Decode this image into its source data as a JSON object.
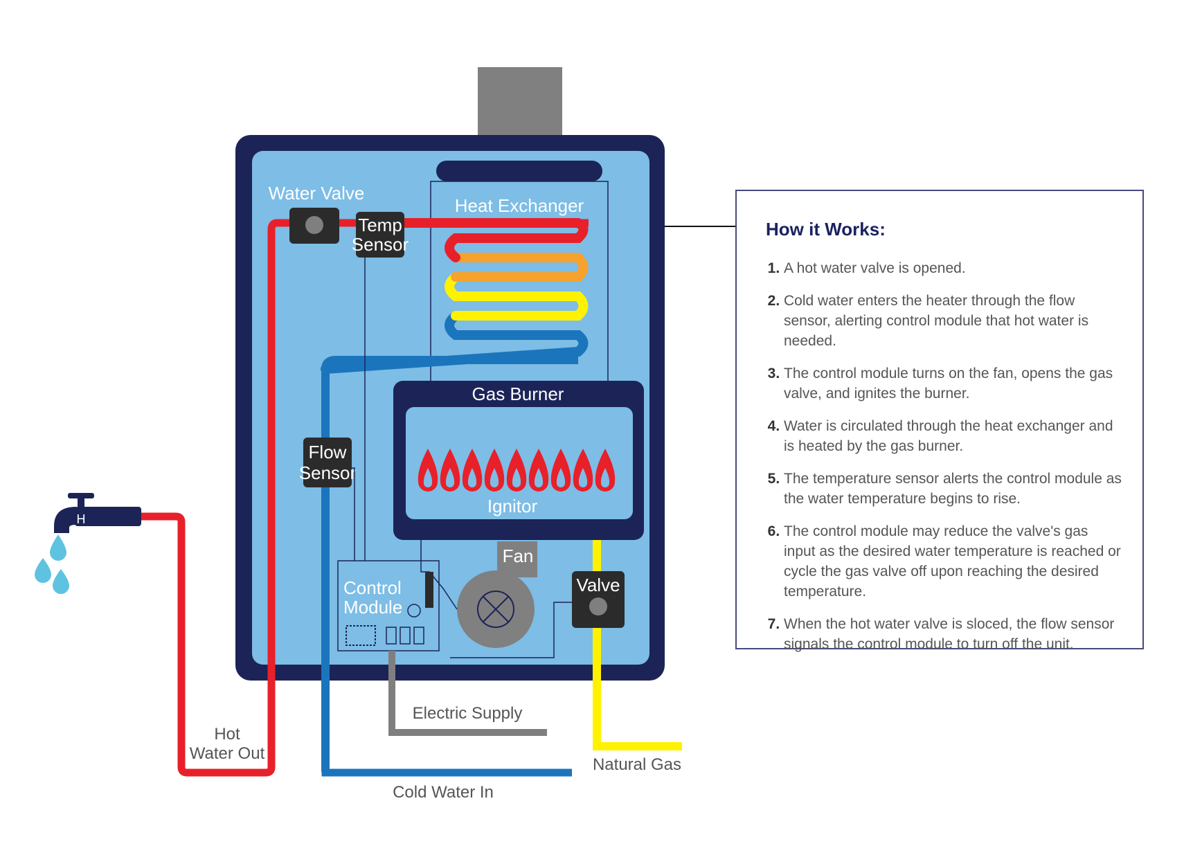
{
  "diagram": {
    "labels": {
      "water_valve": "Water Valve",
      "temp_sensor_1": "Temp",
      "temp_sensor_2": "Sensor",
      "heat_exchanger": "Heat Exchanger",
      "gas_burner": "Gas Burner",
      "ignitor": "Ignitor",
      "flow_sensor_1": "Flow",
      "flow_sensor_2": "Sensor",
      "fan": "Fan",
      "valve": "Valve",
      "control_module_1": "Control",
      "control_module_2": "Module",
      "electric_supply": "Electric Supply",
      "natural_gas": "Natural Gas",
      "cold_water_in": "Cold Water In",
      "hot_water_out_1": "Hot",
      "hot_water_out_2": "Water Out",
      "faucet_letter": "H"
    },
    "colors": {
      "housing": "#1c2457",
      "inner_panel": "#7dbde6",
      "hot_pipe": "#e8202a",
      "cold_pipe": "#1b75bc",
      "gas_pipe": "#fff200",
      "electric_pipe": "#7f7f7f",
      "flame": "#e8202a",
      "water_drop": "#5ec3e0"
    }
  },
  "info": {
    "title": "How it Works:",
    "steps": [
      "A hot water valve is opened.",
      "Cold water enters the heater through the flow sensor, alerting control module that hot water is needed.",
      "The control module turns on the fan, opens the gas valve, and ignites the burner.",
      "Water is circulated through the heat exchanger and is heated by the gas burner.",
      "The temperature sensor alerts the control module as the water temperature begins to rise.",
      "The control module may reduce the valve's gas input as the desired water temperature is reached or cycle the gas valve off upon reaching the desired temperature.",
      "When the hot water valve is sloced, the flow sensor signals the control module to turn off the unit."
    ]
  }
}
